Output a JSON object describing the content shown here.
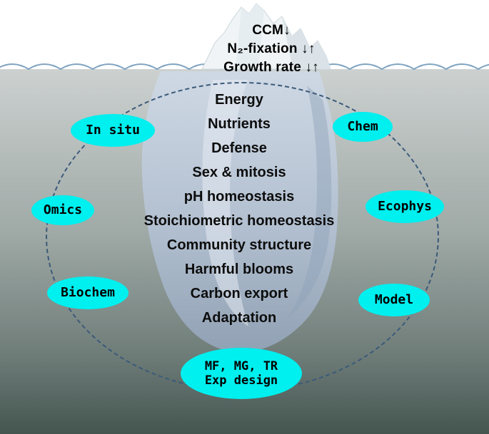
{
  "surface_annotations": {
    "items": [
      "CCM↓",
      "N₂-fixation ↓↑",
      "Growth rate ↓↑"
    ]
  },
  "iceberg_topics": {
    "items": [
      "Energy",
      "Nutrients",
      "Defense",
      "Sex & mitosis",
      "pH homeostasis",
      "Stoichiometric homeostasis",
      "Community structure",
      "Harmful blooms",
      "Carbon export",
      "Adaptation"
    ]
  },
  "method_bubbles": {
    "in_situ": "In situ",
    "chem": "Chem",
    "omics": "Omics",
    "ecophys": "Ecophys",
    "biochem": "Biochem",
    "model": "Model",
    "bottom_line1": "MF, MG, TR",
    "bottom_line2": "Exp design"
  },
  "colors": {
    "bubble": "#00efef",
    "dashed_circle": "#3b5a7a",
    "water_top": "#ccd1d0",
    "water_mid": "#9fa9a6",
    "water_deep": "#6f7d79",
    "water_bottom": "#445550"
  }
}
